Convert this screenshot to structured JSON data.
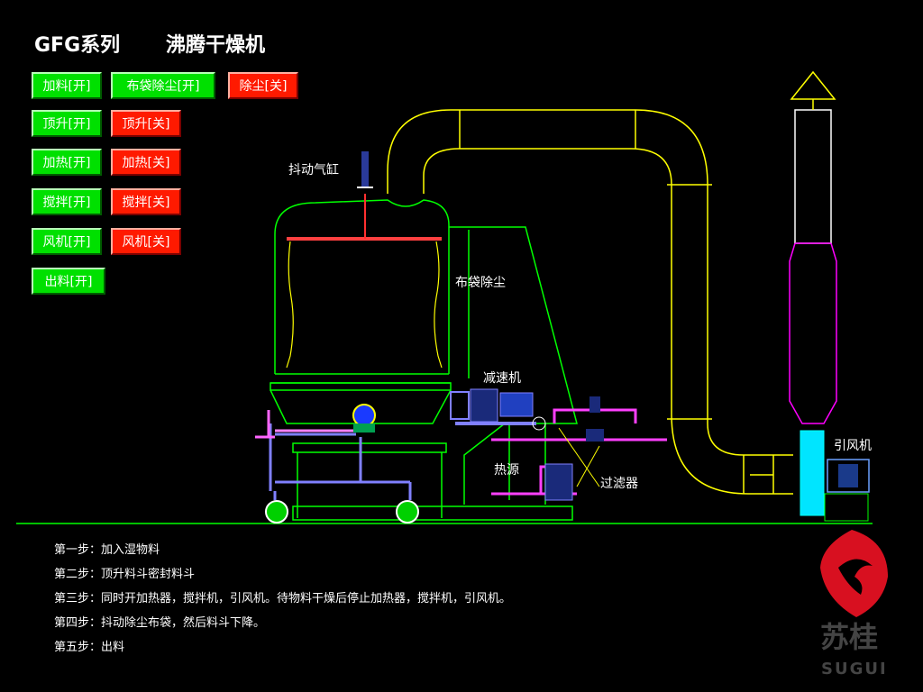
{
  "title": {
    "series": "GFG系列",
    "name": "沸腾干燥机"
  },
  "buttons": {
    "feed_on": "加料[开]",
    "bag_dust_on": "布袋除尘[开]",
    "dust_off": "除尘[关]",
    "lift_on": "顶升[开]",
    "lift_off": "顶升[关]",
    "heat_on": "加热[开]",
    "heat_off": "加热[关]",
    "stir_on": "搅拌[开]",
    "stir_off": "搅拌[关]",
    "fan_on": "风机[开]",
    "fan_off": "风机[关]",
    "discharge_on": "出料[开]"
  },
  "labels": {
    "shaker_cylinder": "抖动气缸",
    "bag_filter": "布袋除尘",
    "reducer": "减速机",
    "heat_source": "热源",
    "filter": "过滤器",
    "induced_fan": "引风机"
  },
  "steps": [
    "第一步：加入湿物料",
    "第二步：顶升料斗密封料斗",
    "第三步：同时开加热器，搅拌机，引风机。待物料干燥后停止加热器，搅拌机，引风机。",
    "第四步：抖动除尘布袋，然后料斗下降。",
    "第五步：出料"
  ],
  "logo": {
    "cn": "苏桂",
    "en": "SUGUI"
  },
  "colors": {
    "on": "#00e000",
    "off": "#ff1a00",
    "pipe": "#ffff00",
    "frame": "#00ff00",
    "stack": "#ff00ff",
    "water": "#00ffff"
  }
}
